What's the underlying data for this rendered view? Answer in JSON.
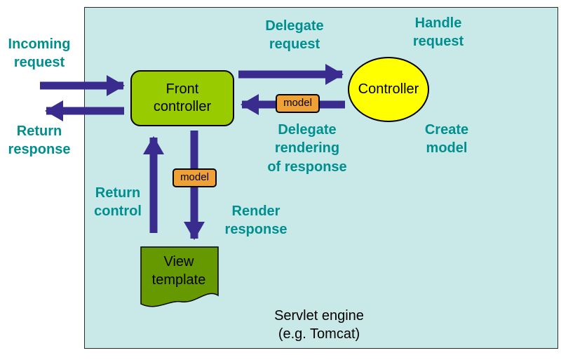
{
  "colors": {
    "canvas_bg": "#FFFFFF",
    "container_fill": "#C9E8E8",
    "label_teal": "#008F8F",
    "arrow_purple": "#3A2B8E",
    "front_controller_fill": "#99CC00",
    "controller_fill": "#FFFF00",
    "model_fill": "#F0A136",
    "view_template_fill": "#669900"
  },
  "nodes": {
    "front_controller": {
      "label": "Front\ncontroller"
    },
    "controller": {
      "label": "Controller"
    },
    "model_top": {
      "label": "model"
    },
    "model_bottom": {
      "label": "model"
    },
    "view_template": {
      "label": "View\ntemplate"
    }
  },
  "labels": {
    "incoming_request": "Incoming\nrequest",
    "return_response": "Return\nresponse",
    "delegate_request": "Delegate\nrequest",
    "handle_request": "Handle\nrequest",
    "delegate_rendering": "Delegate\nrendering\nof response",
    "create_model": "Create\nmodel",
    "return_control": "Return\ncontrol",
    "render_response": "Render\nresponse",
    "servlet_engine": "Servlet engine\n(e.g. Tomcat)"
  }
}
